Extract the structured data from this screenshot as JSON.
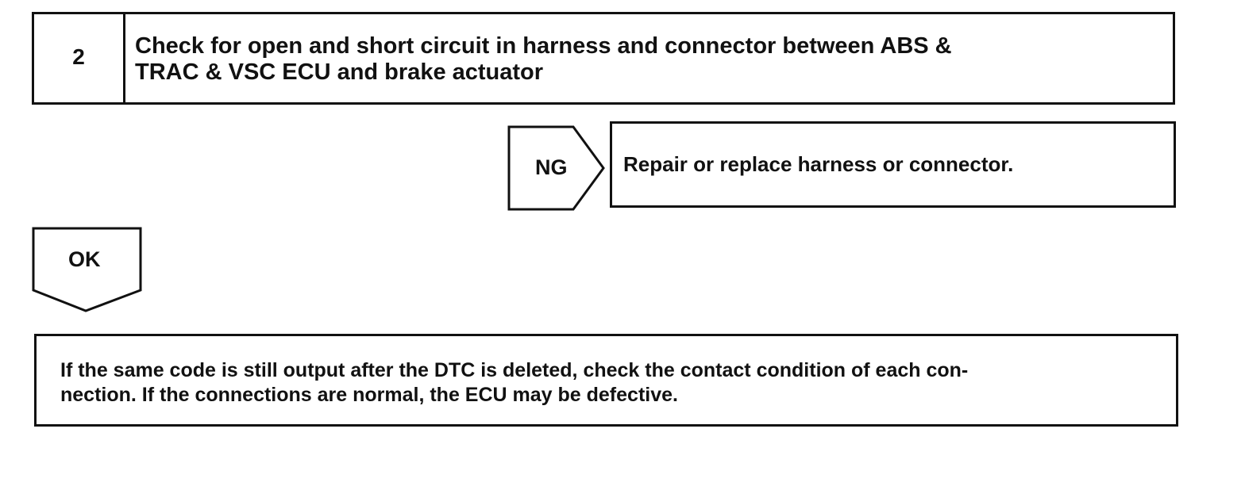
{
  "step": {
    "number": "2",
    "title_line1": "Check for open and short circuit in harness and connector between ABS &",
    "title_line2": "TRAC & VSC ECU and brake actuator"
  },
  "ng_branch": {
    "label": "NG",
    "result": "Repair or replace harness or connector."
  },
  "ok_branch": {
    "label": "OK"
  },
  "note": {
    "line1": "If the same code is still output after the DTC is deleted, check the contact condition of each con-",
    "line2": "nection. If the connections are normal, the ECU may be defective."
  }
}
